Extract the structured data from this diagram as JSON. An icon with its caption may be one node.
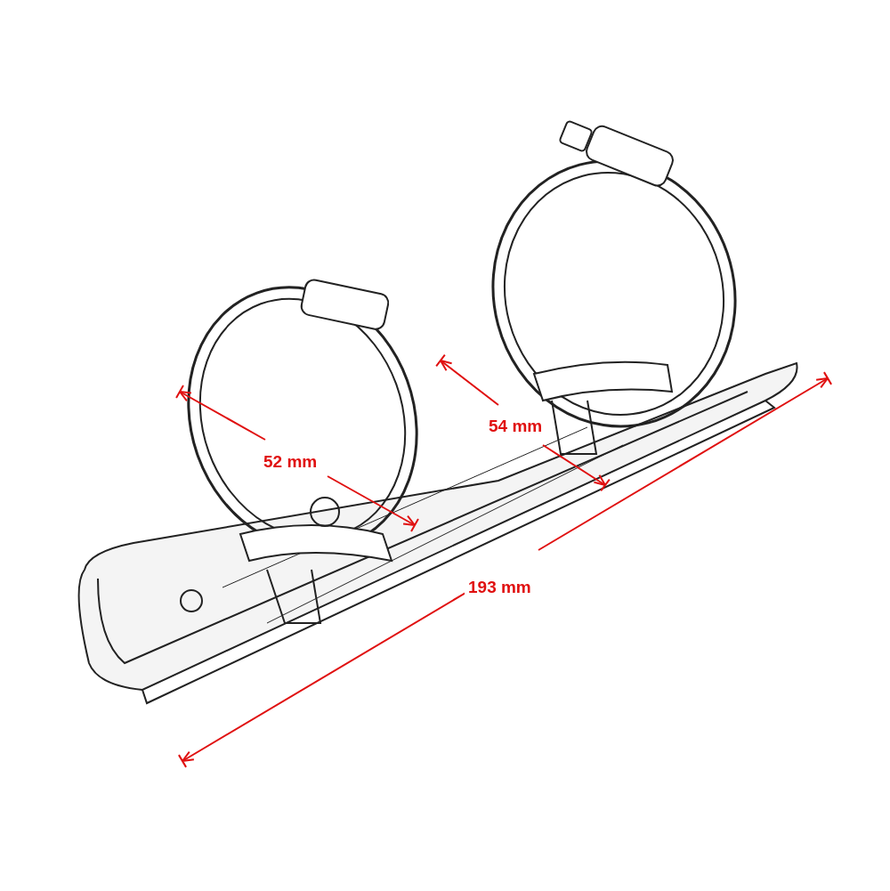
{
  "diagram": {
    "labels": [
      "54 mm",
      "52 mm",
      "193 mm"
    ]
  }
}
